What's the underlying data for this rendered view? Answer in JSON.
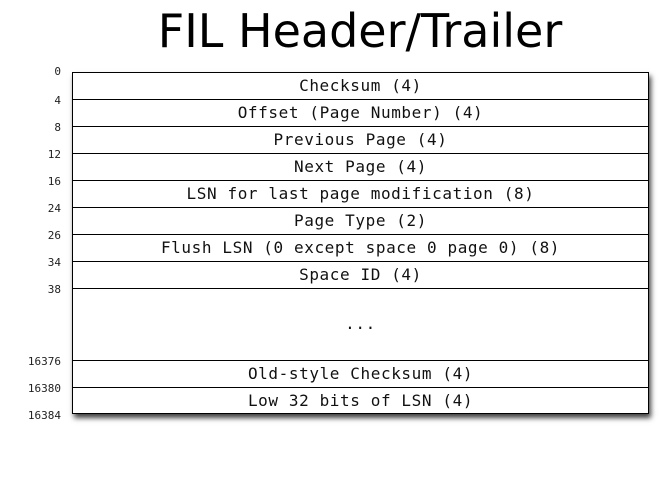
{
  "title": "FIL Header/Trailer",
  "fields": [
    {
      "label": "Checksum (4)",
      "slots": 1
    },
    {
      "label": "Offset (Page Number) (4)",
      "slots": 1
    },
    {
      "label": "Previous Page (4)",
      "slots": 1
    },
    {
      "label": "Next Page (4)",
      "slots": 1
    },
    {
      "label": "LSN for last page modification (8)",
      "slots": 1
    },
    {
      "label": "Page Type (2)",
      "slots": 1
    },
    {
      "label": "Flush LSN (0 except space 0 page 0) (8)",
      "slots": 1
    },
    {
      "label": "Space ID (4)",
      "slots": 1
    },
    {
      "label": "...",
      "slots": 2.667
    },
    {
      "label": "Old-style Checksum (4)",
      "slots": 1
    },
    {
      "label": "Low 32 bits of LSN (4)",
      "slots": 1
    }
  ],
  "offsets": [
    "0",
    "4",
    "8",
    "12",
    "16",
    "24",
    "26",
    "34",
    "38",
    "16376",
    "16380",
    "16384"
  ]
}
